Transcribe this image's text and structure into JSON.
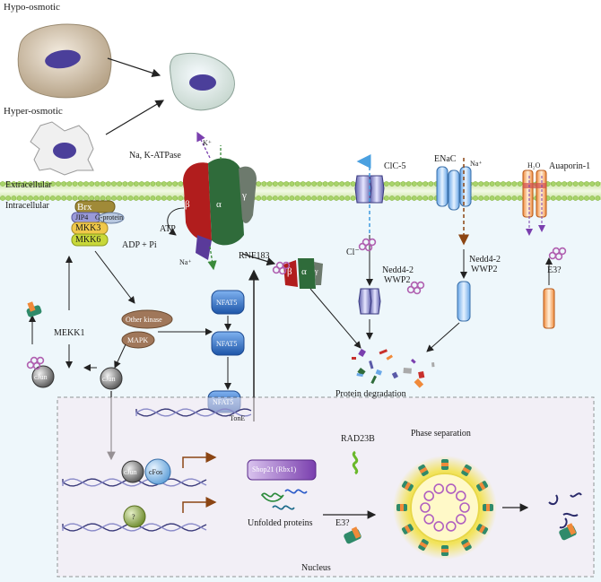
{
  "cells": {
    "hypo": "Hypo-osmotic",
    "hyper": "Hyper-osmotic"
  },
  "membrane": {
    "extracellular": "Extracellular",
    "intracellular": "Intracellular"
  },
  "pump": {
    "name": "Na, K-ATPase",
    "k_ion": "K⁺",
    "na_ion": "Na⁺",
    "beta": "β",
    "alpha": "α",
    "gamma": "γ",
    "atp": "ATP",
    "adp": "ADP + Pi",
    "ligase": "RNF183",
    "ub": "Ub"
  },
  "channels": {
    "clc5": "ClC-5",
    "cl_ion": "Cl⁻",
    "enac": "ENaC",
    "na_ion": "Na⁺",
    "h2o": "H₂O",
    "aqp": "Auaporin-1",
    "nedd_a": "Nedd4-2",
    "wwp_a": "WWP2",
    "nedd_b": "Nedd4-2",
    "wwp_b": "WWP2",
    "e3": "E3?"
  },
  "signaling": {
    "brx": "Brx",
    "jip4": "JIP4",
    "gprotein": "G-protein",
    "mkk3": "MKK3",
    "mkk6": "MKK6",
    "other_kinase": "Other kinase",
    "mapk": "MAPK",
    "mekk1": "MEKK1",
    "cjun": "cJun",
    "nfat5": "NFAT5",
    "p": "P"
  },
  "degradation": "Protein degradation",
  "nucleus": {
    "label": "Nucleus",
    "tone": "TonE",
    "cjun": "cJun",
    "cfos": "cFos",
    "unknown": "?",
    "shop21": "Shop21 (Rbx1)",
    "unfolded": "Unfolded proteins",
    "rad23b": "RAD23B",
    "phase": "Phase separation",
    "e3": "E3?"
  },
  "colors": {
    "membrane": "#b9dc86",
    "nfat": "#2f6fc8",
    "pump_red": "#c8302c",
    "pump_green": "#3a8a3a",
    "arrow_brown": "#8b4513"
  }
}
